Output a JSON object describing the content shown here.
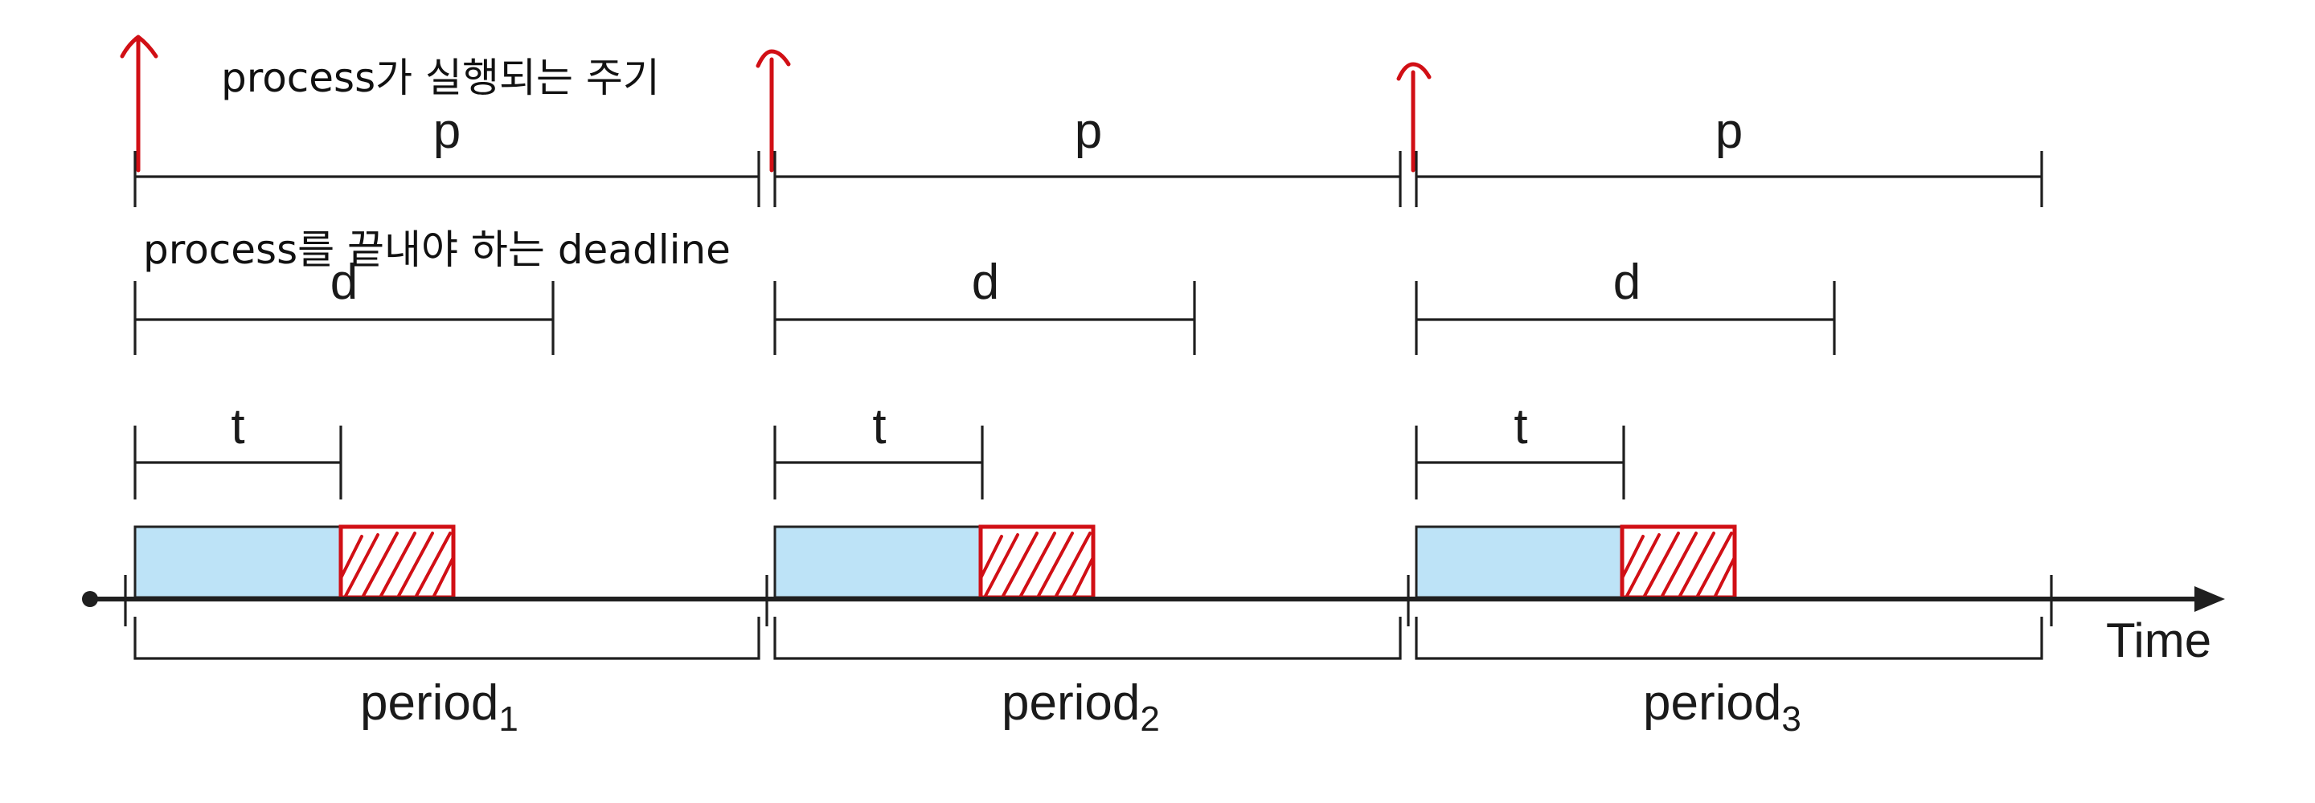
{
  "diagram": {
    "annotations": {
      "period_note": "process가 실행되는 주기",
      "deadline_note": "process를 끝내야 하는 deadline"
    },
    "labels": {
      "period_length": "p",
      "deadline": "d",
      "processing_time": "t",
      "axis": "Time"
    },
    "periods": [
      {
        "base": "period",
        "index": "1"
      },
      {
        "base": "period",
        "index": "2"
      },
      {
        "base": "period",
        "index": "3"
      }
    ],
    "colors": {
      "execution_fill": "#bde3f7",
      "overrun_marker": "#d10f15",
      "line": "#1f1f1f"
    }
  }
}
